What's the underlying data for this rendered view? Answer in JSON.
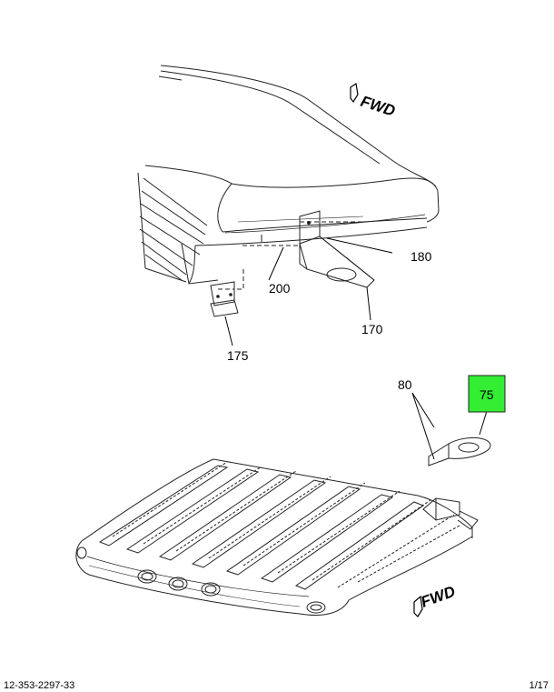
{
  "callouts": {
    "c180": "180",
    "c200": "200",
    "c170": "170",
    "c175": "175",
    "c80": "80",
    "c75": "75"
  },
  "highlight": {
    "part": "75",
    "color": "#33ee33"
  },
  "fwd_top": "FWD",
  "fwd_bottom": "FWD",
  "footer": {
    "left": "12-353-2297-33",
    "right": "1/17"
  }
}
